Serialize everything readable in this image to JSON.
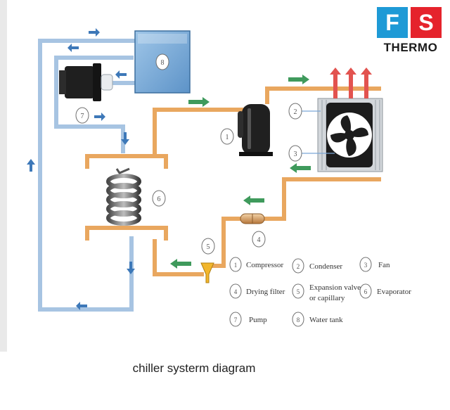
{
  "logo": {
    "letter_f": "F",
    "letter_s": "S",
    "brand": "THERMO"
  },
  "caption": "chiller systerm diagram",
  "components": [
    {
      "num": "1",
      "label": "Compressor"
    },
    {
      "num": "2",
      "label": "Condenser"
    },
    {
      "num": "3",
      "label": "Fan"
    },
    {
      "num": "4",
      "label": "Drying filter"
    },
    {
      "num": "5",
      "label": "Expansion valve",
      "label2": "or capillary"
    },
    {
      "num": "6",
      "label": "Evaporator"
    },
    {
      "num": "7",
      "label": "Pump"
    },
    {
      "num": "8",
      "label": "Water tank"
    }
  ],
  "colors": {
    "water_pipe": "#a7c4e2",
    "refrigerant_pipe": "#e9a75f",
    "flow_arrow_water": "#3d78b8",
    "flow_arrow_refrigerant": "#3f9a5c",
    "heat_arrow": "#e2534f",
    "logo_f_bg": "#1e9ad6",
    "logo_s_bg": "#e5232c"
  }
}
